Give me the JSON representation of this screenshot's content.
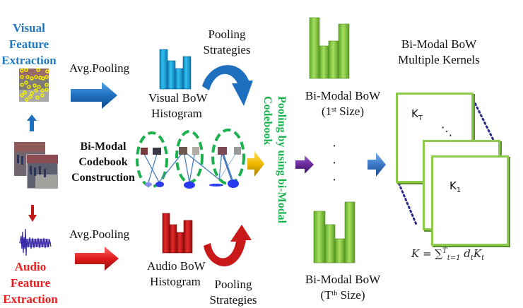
{
  "visual_branch": {
    "title_lines": [
      "Visual",
      "Feature",
      "Extraction"
    ],
    "title_color": "#1f78c1",
    "pooling_label": "Avg.Pooling",
    "histogram_label_lines": [
      "Visual BoW",
      "Histogram"
    ],
    "histogram_color": "#1aa9e0",
    "strategy_label_lines": [
      "Pooling",
      "Strategies"
    ],
    "arrow_color": "#1f6fbf"
  },
  "audio_branch": {
    "title_lines": [
      "Audio",
      "Feature",
      "Extraction"
    ],
    "title_color": "#ee1c1c",
    "pooling_label": "Avg.Pooling",
    "histogram_label_lines": [
      "Audio BoW",
      "Histogram"
    ],
    "histogram_color": "#d71e1e",
    "strategy_label_lines": [
      "Pooling",
      "Strategies"
    ],
    "arrow_color": "#e21b1b"
  },
  "codebook": {
    "title_lines": [
      "Bi-Modal",
      "Codebook",
      "Construction"
    ],
    "cluster_color": "#1db04f",
    "vertical_label_lines": [
      "Pooling by using bi-Modal",
      "Codebook"
    ]
  },
  "bimodal_bow": {
    "first": {
      "label": "Bi-Modal BoW",
      "size_prefix": "(1",
      "size_sup": "st",
      "size_suffix": " Size)"
    },
    "last": {
      "label": "Bi-Modal BoW",
      "size_prefix": "(T",
      "size_sup": "th",
      "size_suffix": " Size)"
    },
    "ellipsis": "·",
    "bar_color": "#8bd14a"
  },
  "kernels": {
    "title_lines": [
      "Bi-Modal BoW",
      "Multiple Kernels"
    ],
    "back_label": "K",
    "back_sub": "T",
    "front_label": "K",
    "front_sub": "1",
    "dots": "⋱",
    "formula": {
      "lhs": "K = ∑",
      "upper": "T",
      "lower": "t=1",
      "rhs": " d",
      "rhs_sub": "t",
      "rhs2": "K",
      "rhs2_sub": "t"
    },
    "border_color": "#8ccb4b",
    "dotted_color": "#2a2a8c"
  },
  "connector_arrows": {
    "codebook_arrow_color": "#f0b800",
    "pooling_arrow_color": "#6a2a9a",
    "kernel_arrow_color": "#3a78c8"
  }
}
